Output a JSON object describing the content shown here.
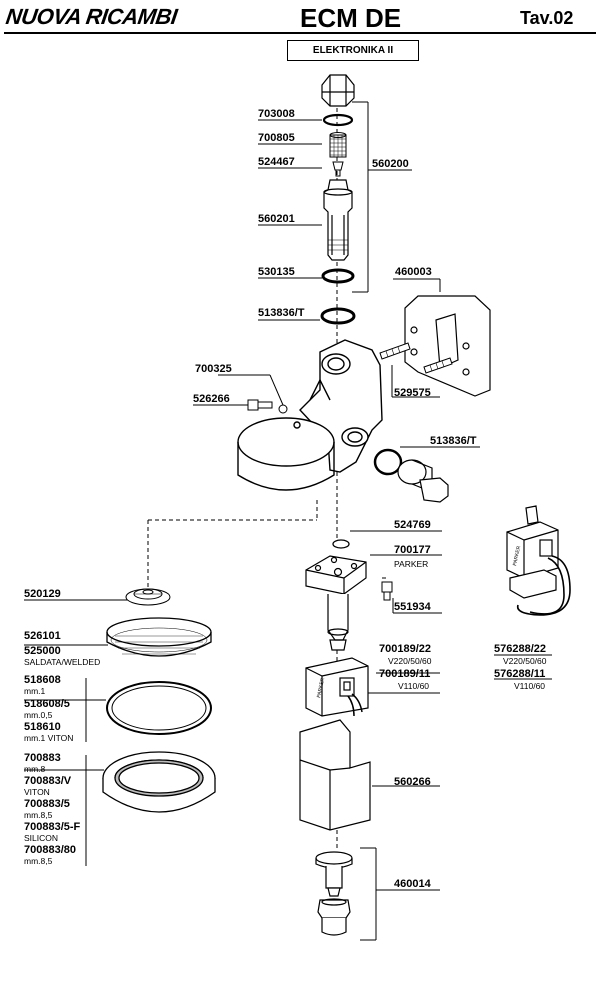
{
  "header": {
    "brand": "NUOVA RICAMBI",
    "model": "ECM DE",
    "table": "Tav.02",
    "subtitle": "ELEKTRONIKA II"
  },
  "parts": {
    "p703008": "703008",
    "p700805": "700805",
    "p524467": "524467",
    "p560201": "560201",
    "p530135": "530135",
    "p560200": "560200",
    "p460003": "460003",
    "p513836t_a": "513836/T",
    "p700325": "700325",
    "p526266": "526266",
    "p529575": "529575",
    "p513836t_b": "513836/T",
    "p524769": "524769",
    "p700177": "700177",
    "p700177_note": "PARKER",
    "p551934": "551934",
    "p520129": "520129",
    "p526101": "526101",
    "p525000": "525000",
    "p525000_note": "SALDATA/WELDED",
    "p518608": "518608",
    "p518608_note": "mm.1",
    "p518608_5": "518608/5",
    "p518608_5_note": "mm.0,5",
    "p518610": "518610",
    "p518610_note": "mm.1 VITON",
    "p700883": "700883",
    "p700883_note": "mm.8",
    "p700883v": "700883/V",
    "p700883v_note": "VITON",
    "p700883_5": "700883/5",
    "p700883_5_note": "mm.8,5",
    "p700883_5f": "700883/5-F",
    "p700883_5f_note": "SILICON",
    "p700883_80": "700883/80",
    "p700883_80_note": "mm.8,5",
    "p700189_22": "700189/22",
    "p700189_22_note": "V220/50/60",
    "p700189_11": "700189/11",
    "p700189_11_note": "V110/60",
    "p576288_22": "576288/22",
    "p576288_22_note": "V220/50/60",
    "p576288_11": "576288/11",
    "p576288_11_note": "V110/60",
    "p560266": "560266",
    "p460014": "460014"
  },
  "drawing": {
    "coil_label_a": "PARKER",
    "coil_label_b": "PARKER"
  }
}
